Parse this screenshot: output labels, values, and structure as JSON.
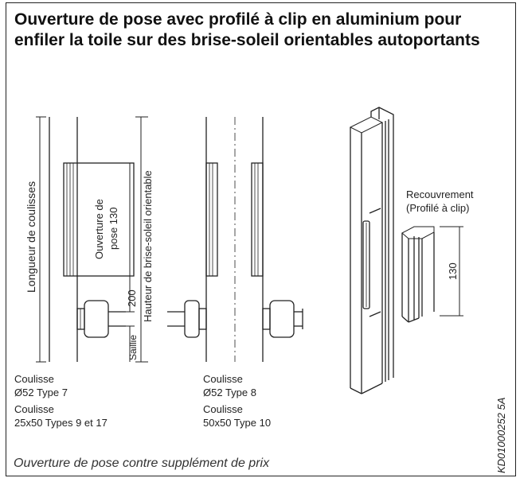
{
  "title": "Ouverture de pose avec profilé à clip en aluminium pour enfiler la toile sur des brise-soleil orientables autoportants",
  "dimension_labels": {
    "rail_length": "Longueur de coulisses",
    "opening_line1": "Ouverture de",
    "opening_line2": "pose 130",
    "blind_height": "Hauteur de brise-soleil orientable",
    "dim_200": "200",
    "projection": "Saillie",
    "dim_130": "130"
  },
  "clip_profile": {
    "label_line1": "Recouvrement",
    "label_line2": "(Profilé à clip)"
  },
  "left_rail_caption": {
    "line1": "Coulisse",
    "line2": "Ø52 Type 7",
    "line3": "Coulisse",
    "line4": "25x50 Types 9 et 17"
  },
  "middle_rail_caption": {
    "line1": "Coulisse",
    "line2": "Ø52 Type 8",
    "line3": "Coulisse",
    "line4": "50x50 Type 10"
  },
  "footer_note": "Ouverture de pose contre supplément de prix",
  "document_id": "KD01000252 5A"
}
